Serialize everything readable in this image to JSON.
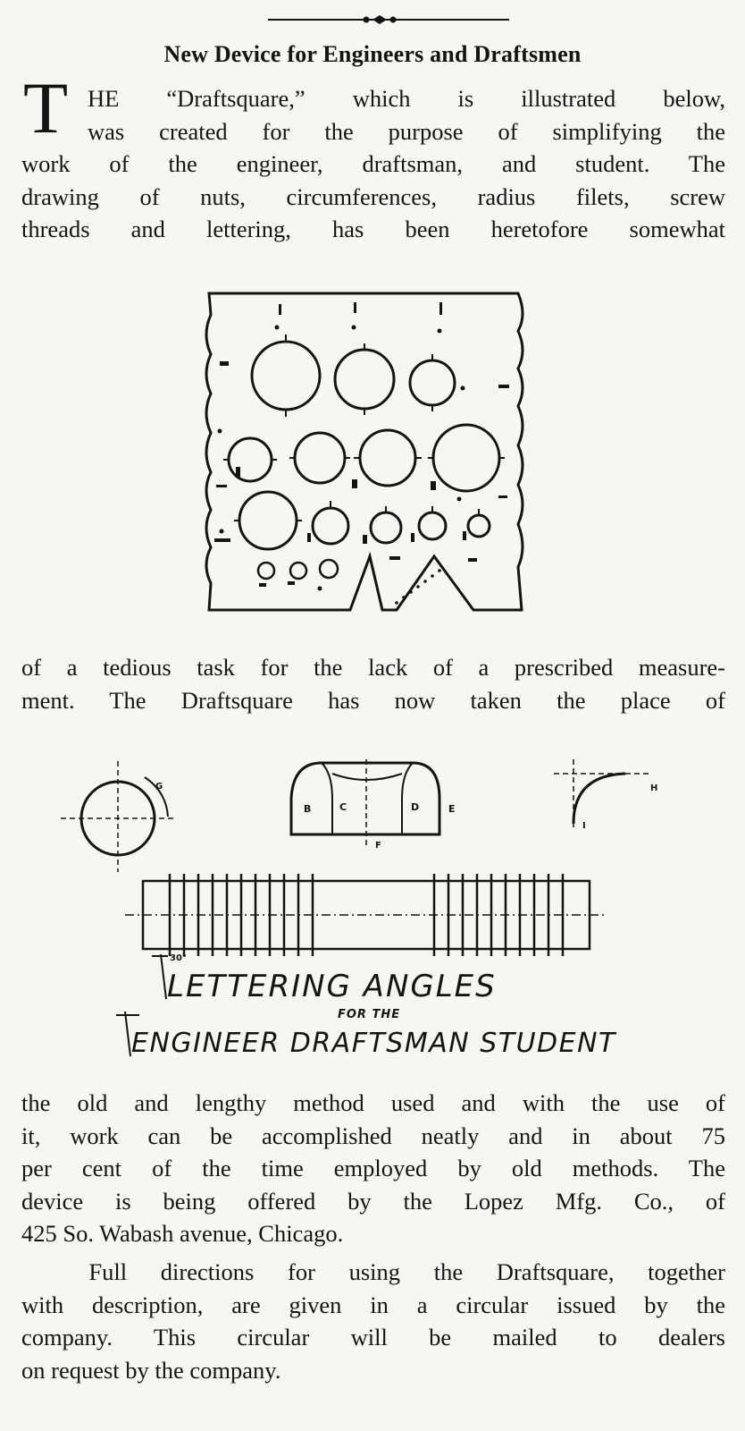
{
  "article": {
    "title": "New Device for Engineers and Draftsmen",
    "drop_cap": "T",
    "para1_lines": [
      "HE “Draftsquare,” which is illustrated below,",
      "was created for the purpose of simplifying the",
      "work of the engineer, draftsman, and student.  The",
      "drawing of nuts, circumferences, radius filets, screw",
      "threads and lettering, has been heretofore somewhat"
    ],
    "para2_lines": [
      "of a tedious task for the lack of a prescribed measure-",
      "ment.  The Draftsquare has now taken the place of"
    ],
    "para3_lines": [
      "the old and lengthy method used and with the use of",
      "it, work can be accomplished neatly and in about 75",
      "per cent of the time employed by old methods.  The",
      "device is being offered by the Lopez Mfg. Co., of",
      "425 So. Wabash avenue, Chicago."
    ],
    "para4_lines": [
      "  Full directions for using the Draftsquare, together",
      "with description, are given in a circular issued by the",
      "company.  This circular will be mailed to dealers",
      "on request by the company."
    ]
  },
  "figure2": {
    "lettering_line1": "LETTERING   ANGLES",
    "lettering_line2": "FOR THE",
    "lettering_line3": "ENGINEER DRAFTSMAN STUDENT",
    "labels": {
      "b": "B",
      "c": "C",
      "d": "D",
      "e": "E",
      "f": "F",
      "g": "G",
      "h": "H",
      "i": "I",
      "angle": "30°"
    }
  }
}
